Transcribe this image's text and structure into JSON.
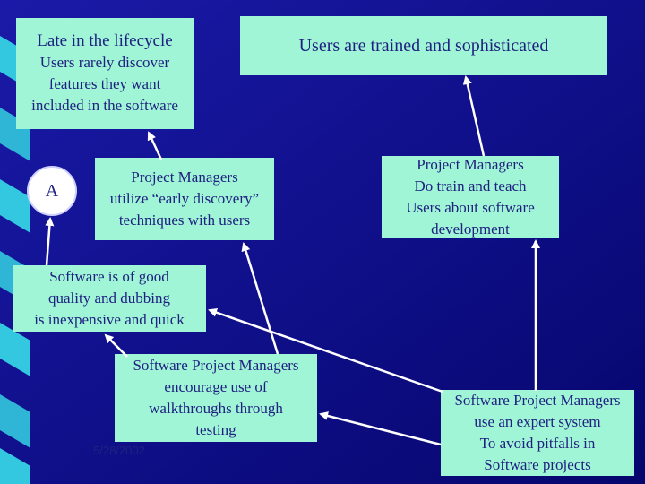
{
  "diagram": {
    "nodes": {
      "late_lifecycle": {
        "lines": [
          "Late in the lifecycle",
          "Users rarely discover",
          "features they want",
          "included in the software"
        ]
      },
      "users_trained": {
        "lines": [
          "Users are trained and sophisticated"
        ]
      },
      "pm_early_discovery": {
        "lines": [
          "Project Managers",
          "utilize “early discovery”",
          "techniques with users"
        ]
      },
      "pm_train_teach": {
        "lines": [
          "Project Managers",
          "Do train and teach",
          "Users about software",
          "development"
        ]
      },
      "software_good_quality": {
        "lines": [
          "Software is of good",
          "quality and dubbing",
          "is inexpensive and quick"
        ]
      },
      "spm_walkthroughs": {
        "lines": [
          "Software Project Managers",
          "encourage use of",
          "walkthroughs through",
          "testing"
        ]
      },
      "spm_expert_system": {
        "lines": [
          "Software Project Managers",
          "use an expert system",
          "To avoid pitfalls in",
          "Software projects"
        ]
      }
    },
    "circle_label": "A",
    "date": "5/28/2002",
    "colors": {
      "background": "#0b0b8c",
      "box_fill": "#9ff5d6",
      "text": "#202080",
      "arrow": "#ffffff"
    }
  }
}
